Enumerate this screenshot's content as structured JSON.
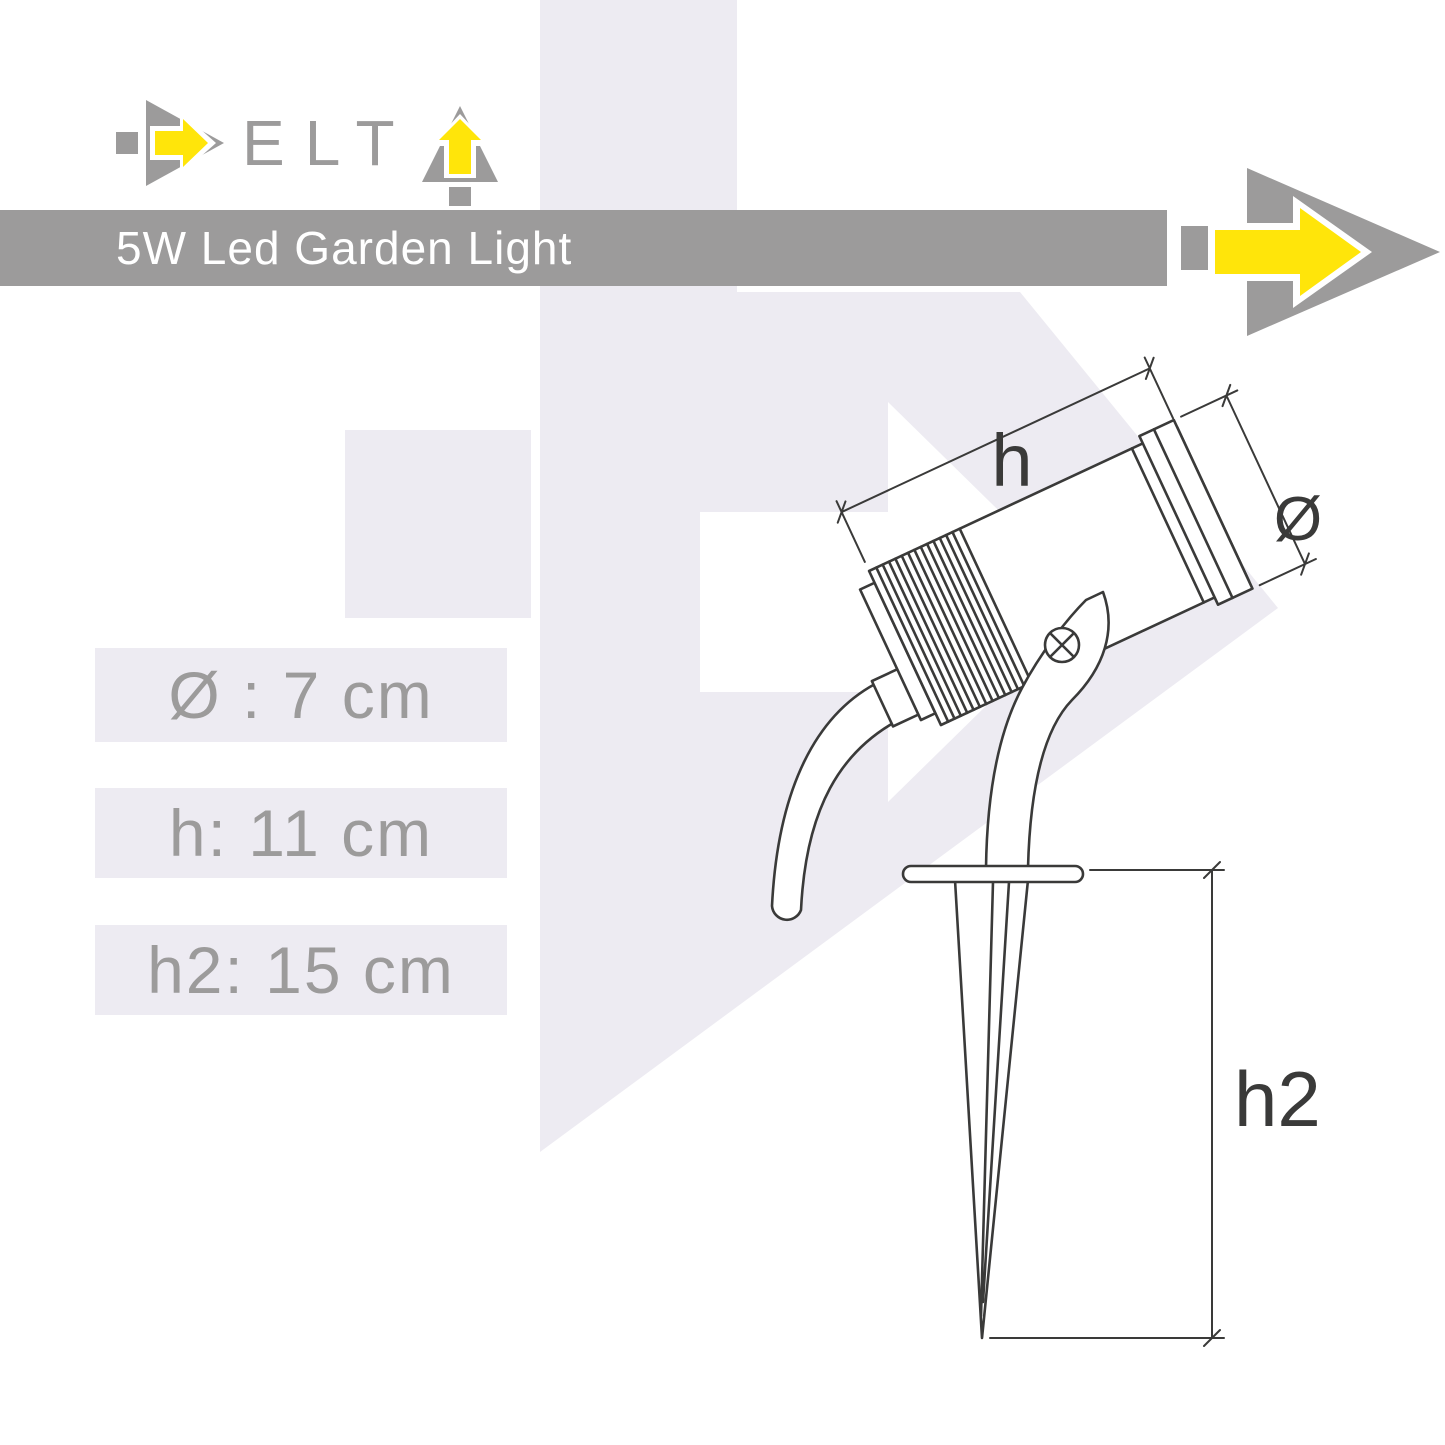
{
  "brand": {
    "wordmark": "ELT"
  },
  "banner": {
    "title": "5W Led Garden Light"
  },
  "specs": {
    "rows": [
      {
        "label": "Ø : 7 cm"
      },
      {
        "label": "h: 11 cm"
      },
      {
        "label": "h2: 15 cm"
      }
    ]
  },
  "diagram": {
    "labels": {
      "height": "h",
      "diameter": "Ø",
      "spike_height": "h2"
    }
  },
  "colors": {
    "gray": "#9c9b9b",
    "yellow": "#ffe50a",
    "watermark": "#edebf2",
    "line": "#3a3a39"
  }
}
